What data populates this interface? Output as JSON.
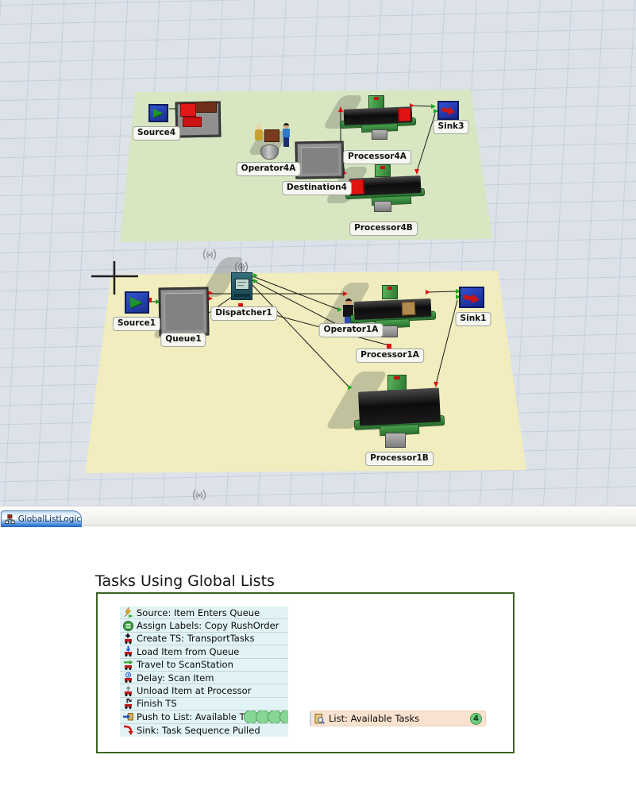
{
  "view3d": {
    "labels": {
      "source4": "Source4",
      "operator4a": "Operator4A",
      "destination4": "Destination4",
      "processor4a": "Processor4A",
      "processor4b": "Processor4B",
      "sink3": "Sink3",
      "source1": "Source1",
      "queue1": "Queue1",
      "dispatcher1": "Dispatcher1",
      "operator1a": "Operator1A",
      "processor1a": "Processor1A",
      "sink1": "Sink1",
      "processor1b": "Processor1B"
    },
    "colors": {
      "grid_bg": "#dde2e9",
      "grid_line": "#c6cdde",
      "floor_top": "#d8e6c2",
      "floor_bottom": "#f1edbe"
    }
  },
  "tabbar": {
    "tabs": [
      {
        "label": "GlobalListLogic",
        "active": true,
        "icon": "flowchart-icon"
      }
    ]
  },
  "panel": {
    "title": "Tasks Using Global Lists",
    "border_color": "#3a6325",
    "tasks": [
      {
        "icon": "source-icon",
        "label": "Source: Item Enters Queue"
      },
      {
        "icon": "assign-labels-icon",
        "label": "Assign Labels: Copy RushOrder"
      },
      {
        "icon": "create-ts-icon",
        "label": "Create TS: TransportTasks"
      },
      {
        "icon": "load-icon",
        "label": "Load Item from Queue"
      },
      {
        "icon": "travel-icon",
        "label": "Travel to ScanStation"
      },
      {
        "icon": "delay-icon",
        "label": "Delay: Scan Item"
      },
      {
        "icon": "unload-icon",
        "label": "Unload Item at Processor"
      },
      {
        "icon": "finish-icon",
        "label": "Finish TS"
      },
      {
        "icon": "push-icon",
        "label": "Push to List: Available Tasks",
        "tokens": 4
      },
      {
        "icon": "sink-icon",
        "label": "Sink: Task Sequence Pulled"
      }
    ],
    "token_color": "#86d794",
    "list_box": {
      "icon": "list-search-icon",
      "label": "List: Available Tasks",
      "count": "4"
    }
  }
}
